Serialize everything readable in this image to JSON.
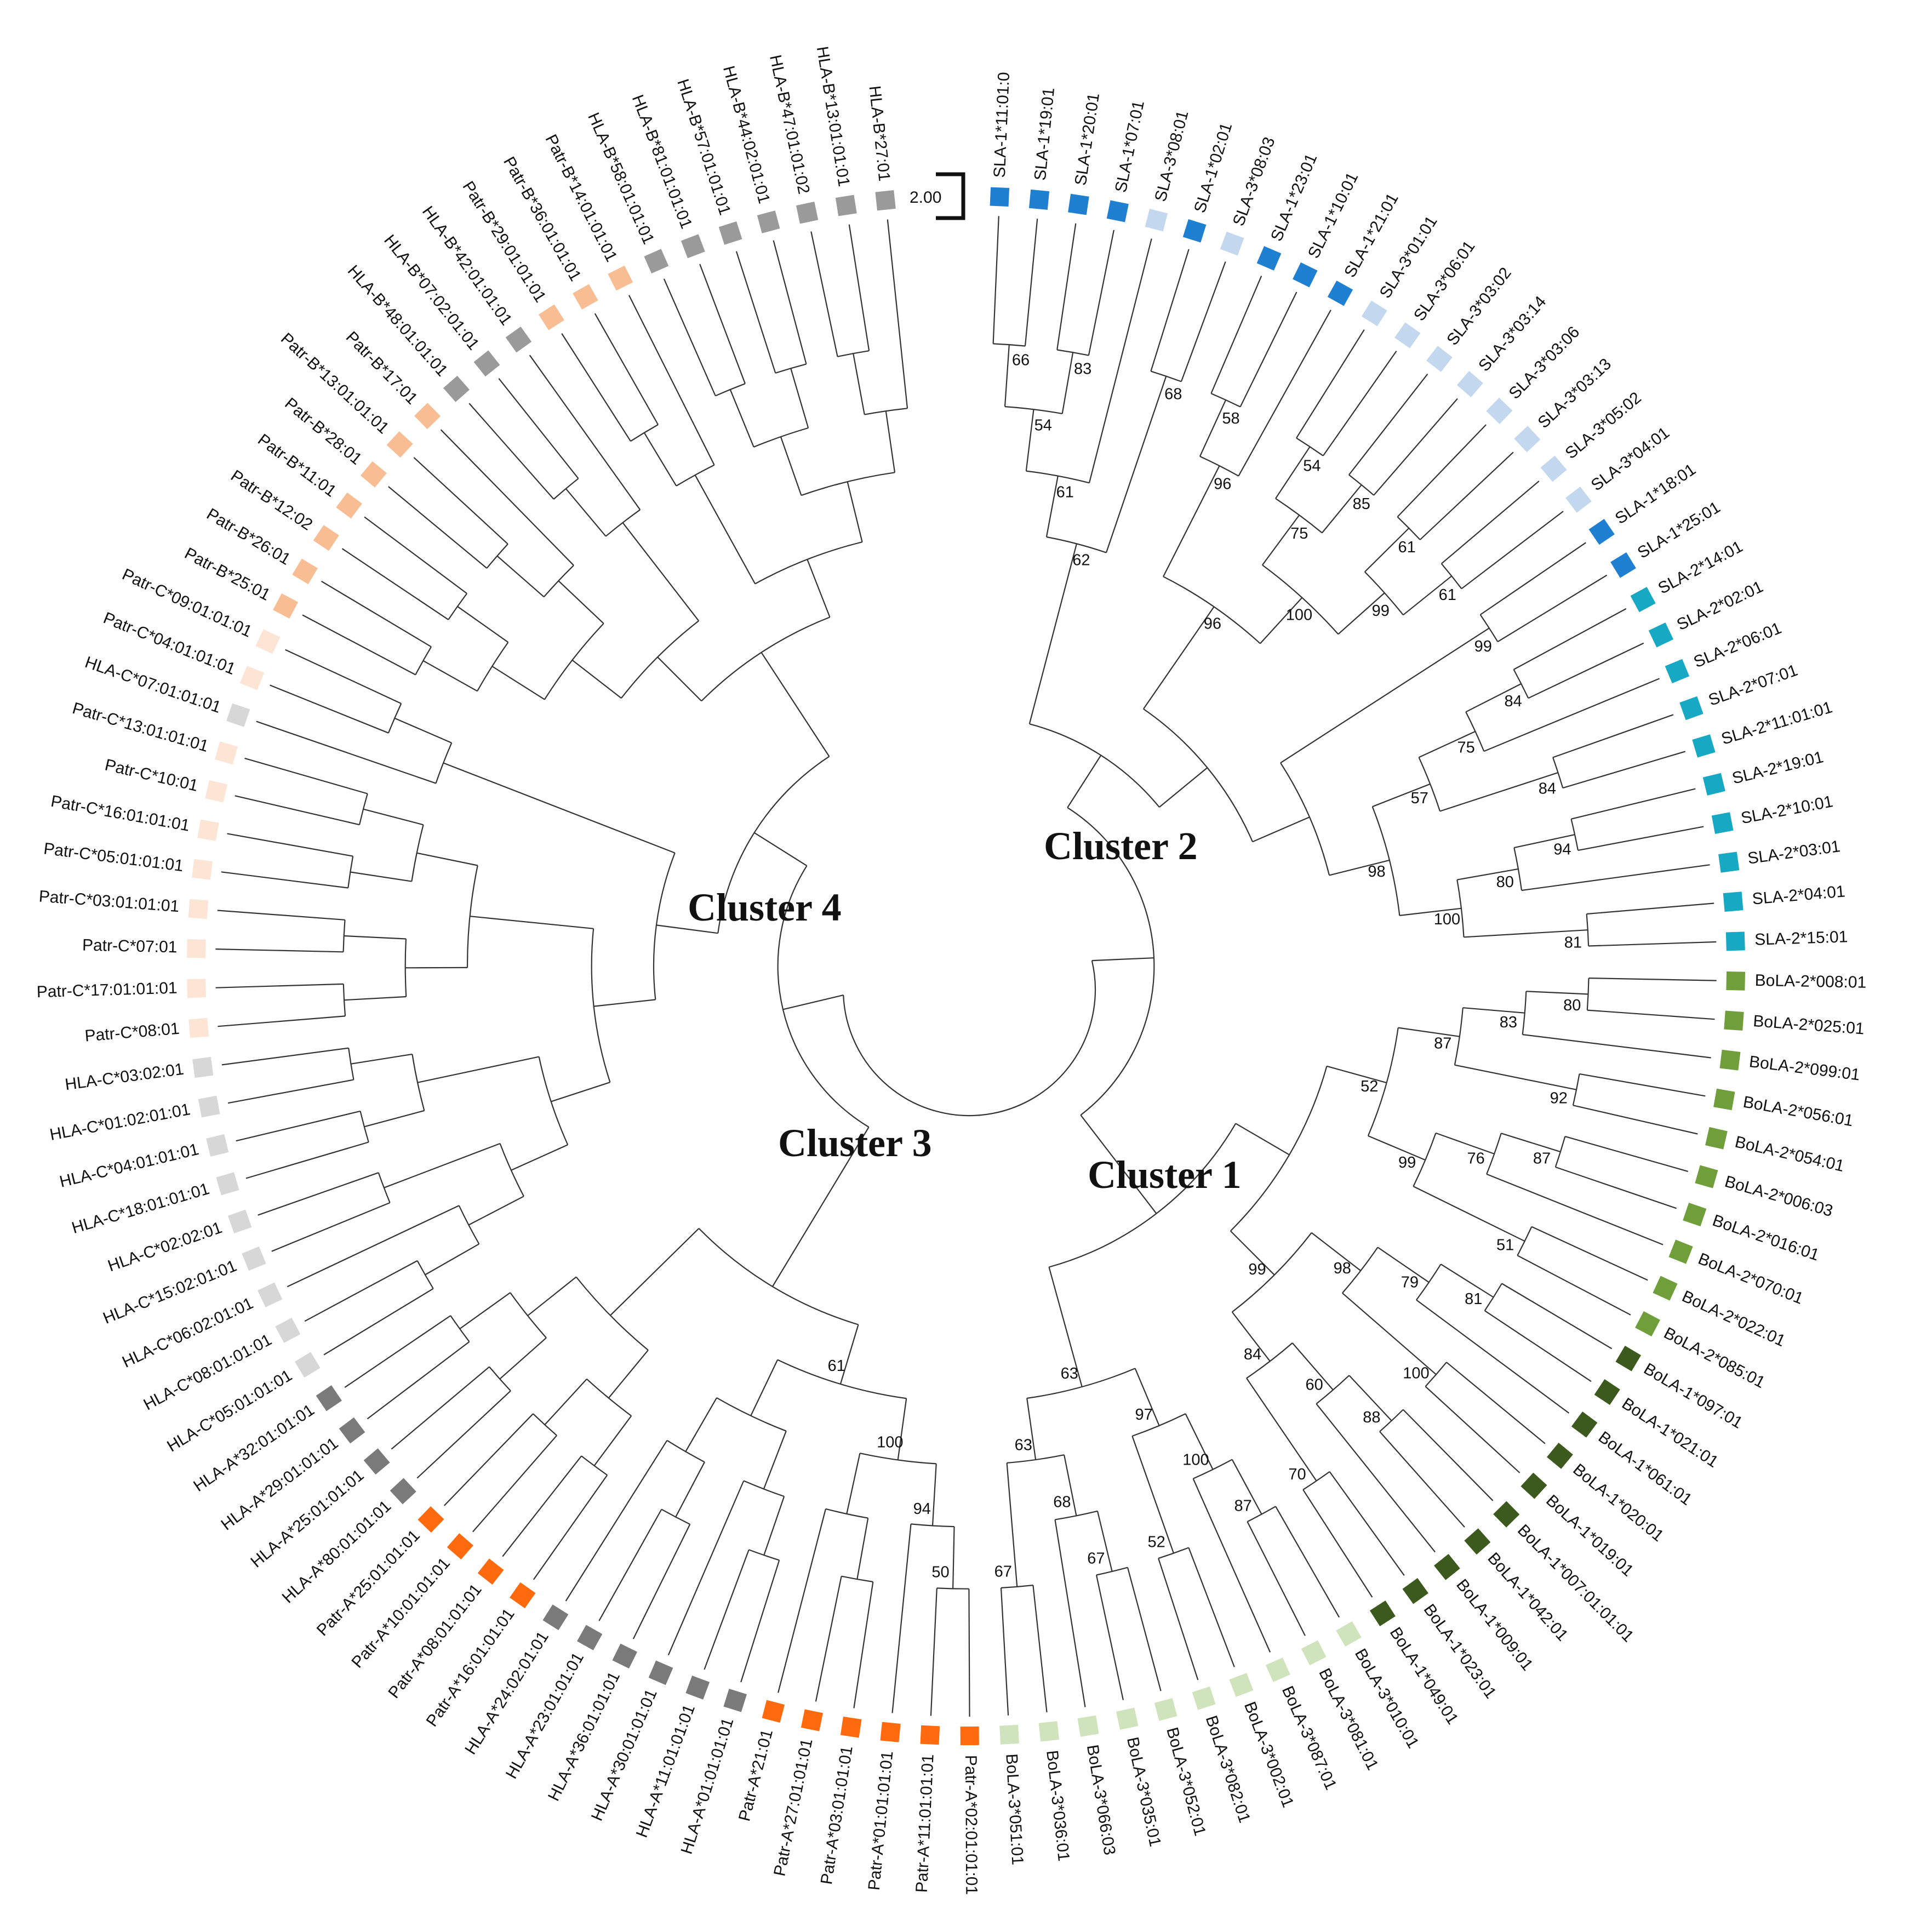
{
  "scale_bar": {
    "label": "2.00"
  },
  "clusters": [
    {
      "id": "c1",
      "label": "Cluster 1"
    },
    {
      "id": "c2",
      "label": "Cluster 2"
    },
    {
      "id": "c3",
      "label": "Cluster 3"
    },
    {
      "id": "c4",
      "label": "Cluster 4"
    }
  ],
  "colors": {
    "sla1": "#1f7fd0",
    "sla3": "#c3d8ef",
    "sla2": "#17a9c4",
    "bola2": "#6f9e3b",
    "bola1": "#3d5a1e",
    "bola3": "#cfe3bd",
    "patr_a": "#ff6a0f",
    "hla_a": "#7a7a7a",
    "hla_c": "#d7d7d7",
    "patr_c": "#fde5d6",
    "patr_b": "#f8bd92",
    "hla_b": "#9a9a9a"
  },
  "leaves": [
    {
      "label": "SLA-1*11:01:0",
      "group": "sla1"
    },
    {
      "label": "SLA-1*19:01",
      "group": "sla1"
    },
    {
      "label": "SLA-1*20:01",
      "group": "sla1"
    },
    {
      "label": "SLA-1*07:01",
      "group": "sla1"
    },
    {
      "label": "SLA-3*08:01",
      "group": "sla3"
    },
    {
      "label": "SLA-1*02:01",
      "group": "sla1"
    },
    {
      "label": "SLA-3*08:03",
      "group": "sla3"
    },
    {
      "label": "SLA-1*23:01",
      "group": "sla1"
    },
    {
      "label": "SLA-1*10:01",
      "group": "sla1"
    },
    {
      "label": "SLA-1*21:01",
      "group": "sla1"
    },
    {
      "label": "SLA-3*01:01",
      "group": "sla3"
    },
    {
      "label": "SLA-3*06:01",
      "group": "sla3"
    },
    {
      "label": "SLA-3*03:02",
      "group": "sla3"
    },
    {
      "label": "SLA-3*03:14",
      "group": "sla3"
    },
    {
      "label": "SLA-3*03:06",
      "group": "sla3"
    },
    {
      "label": "SLA-3*03:13",
      "group": "sla3"
    },
    {
      "label": "SLA-3*05:02",
      "group": "sla3"
    },
    {
      "label": "SLA-3*04:01",
      "group": "sla3"
    },
    {
      "label": "SLA-1*18:01",
      "group": "sla1"
    },
    {
      "label": "SLA-1*25:01",
      "group": "sla1"
    },
    {
      "label": "SLA-2*14:01",
      "group": "sla2"
    },
    {
      "label": "SLA-2*02:01",
      "group": "sla2"
    },
    {
      "label": "SLA-2*06:01",
      "group": "sla2"
    },
    {
      "label": "SLA-2*07:01",
      "group": "sla2"
    },
    {
      "label": "SLA-2*11:01:01",
      "group": "sla2"
    },
    {
      "label": "SLA-2*19:01",
      "group": "sla2"
    },
    {
      "label": "SLA-2*10:01",
      "group": "sla2"
    },
    {
      "label": "SLA-2*03:01",
      "group": "sla2"
    },
    {
      "label": "SLA-2*04:01",
      "group": "sla2"
    },
    {
      "label": "SLA-2*15:01",
      "group": "sla2"
    },
    {
      "label": "BoLA-2*008:01",
      "group": "bola2"
    },
    {
      "label": "BoLA-2*025:01",
      "group": "bola2"
    },
    {
      "label": "BoLA-2*099:01",
      "group": "bola2"
    },
    {
      "label": "BoLA-2*056:01",
      "group": "bola2"
    },
    {
      "label": "BoLA-2*054:01",
      "group": "bola2"
    },
    {
      "label": "BoLA-2*006:03",
      "group": "bola2"
    },
    {
      "label": "BoLA-2*016:01",
      "group": "bola2"
    },
    {
      "label": "BoLA-2*070:01",
      "group": "bola2"
    },
    {
      "label": "BoLA-2*022:01",
      "group": "bola2"
    },
    {
      "label": "BoLA-2*085:01",
      "group": "bola2"
    },
    {
      "label": "BoLA-1*097:01",
      "group": "bola1"
    },
    {
      "label": "BoLA-1*021:01",
      "group": "bola1"
    },
    {
      "label": "BoLA-1*061:01",
      "group": "bola1"
    },
    {
      "label": "BoLA-1*020:01",
      "group": "bola1"
    },
    {
      "label": "BoLA-1*019:01",
      "group": "bola1"
    },
    {
      "label": "BoLA-1*007:01:01:01",
      "group": "bola1"
    },
    {
      "label": "BoLA-1*042:01",
      "group": "bola1"
    },
    {
      "label": "BoLA-1*009:01",
      "group": "bola1"
    },
    {
      "label": "BoLA-1*023:01",
      "group": "bola1"
    },
    {
      "label": "BoLA-1*049:01",
      "group": "bola1"
    },
    {
      "label": "BoLA-3*010:01",
      "group": "bola3"
    },
    {
      "label": "BoLA-3*081:01",
      "group": "bola3"
    },
    {
      "label": "BoLA-3*087:01",
      "group": "bola3"
    },
    {
      "label": "BoLA-3*002:01",
      "group": "bola3"
    },
    {
      "label": "BoLA-3*082:01",
      "group": "bola3"
    },
    {
      "label": "BoLA-3*052:01",
      "group": "bola3"
    },
    {
      "label": "BoLA-3*035:01",
      "group": "bola3"
    },
    {
      "label": "BoLA-3*066:03",
      "group": "bola3"
    },
    {
      "label": "BoLA-3*036:01",
      "group": "bola3"
    },
    {
      "label": "BoLA-3*051:01",
      "group": "bola3"
    },
    {
      "label": "Patr-A*02:01:01:01",
      "group": "patr_a"
    },
    {
      "label": "Patr-A*11:01:01:01",
      "group": "patr_a"
    },
    {
      "label": "Patr-A*01:01:01:01",
      "group": "patr_a"
    },
    {
      "label": "Patr-A*03:01:01:01",
      "group": "patr_a"
    },
    {
      "label": "Patr-A*27:01:01:01",
      "group": "patr_a"
    },
    {
      "label": "Patr-A*21:01",
      "group": "patr_a"
    },
    {
      "label": "HLA-A*01:01:01:01",
      "group": "hla_a"
    },
    {
      "label": "HLA-A*11:01:01:01",
      "group": "hla_a"
    },
    {
      "label": "HLA-A*30:01:01:01",
      "group": "hla_a"
    },
    {
      "label": "HLA-A*36:01:01:01",
      "group": "hla_a"
    },
    {
      "label": "HLA-A*23:01:01:01",
      "group": "hla_a"
    },
    {
      "label": "HLA-A*24:02:01:01",
      "group": "hla_a"
    },
    {
      "label": "Patr-A*16:01:01:01",
      "group": "patr_a"
    },
    {
      "label": "Patr-A*08:01:01:01",
      "group": "patr_a"
    },
    {
      "label": "Patr-A*10:01:01:01",
      "group": "patr_a"
    },
    {
      "label": "Patr-A*25:01:01:01",
      "group": "patr_a"
    },
    {
      "label": "HLA-A*80:01:01:01",
      "group": "hla_a"
    },
    {
      "label": "HLA-A*25:01:01:01",
      "group": "hla_a"
    },
    {
      "label": "HLA-A*29:01:01:01",
      "group": "hla_a"
    },
    {
      "label": "HLA-A*32:01:01:01",
      "group": "hla_a"
    },
    {
      "label": "HLA-C*05:01:01:01",
      "group": "hla_c"
    },
    {
      "label": "HLA-C*08:01:01:01",
      "group": "hla_c"
    },
    {
      "label": "HLA-C*06:02:01:01",
      "group": "hla_c"
    },
    {
      "label": "HLA-C*15:02:01:01",
      "group": "hla_c"
    },
    {
      "label": "HLA-C*02:02:01",
      "group": "hla_c"
    },
    {
      "label": "HLA-C*18:01:01:01",
      "group": "hla_c"
    },
    {
      "label": "HLA-C*04:01:01:01",
      "group": "hla_c"
    },
    {
      "label": "HLA-C*01:02:01:01",
      "group": "hla_c"
    },
    {
      "label": "HLA-C*03:02:01",
      "group": "hla_c"
    },
    {
      "label": "Patr-C*08:01",
      "group": "patr_c"
    },
    {
      "label": "Patr-C*17:01:01:01",
      "group": "patr_c"
    },
    {
      "label": "Patr-C*07:01",
      "group": "patr_c"
    },
    {
      "label": "Patr-C*03:01:01:01",
      "group": "patr_c"
    },
    {
      "label": "Patr-C*05:01:01:01",
      "group": "patr_c"
    },
    {
      "label": "Patr-C*16:01:01:01",
      "group": "patr_c"
    },
    {
      "label": "Patr-C*10:01",
      "group": "patr_c"
    },
    {
      "label": "Patr-C*13:01:01:01",
      "group": "patr_c"
    },
    {
      "label": "HLA-C*07:01:01:01",
      "group": "hla_c"
    },
    {
      "label": "Patr-C*04:01:01:01",
      "group": "patr_c"
    },
    {
      "label": "Patr-C*09:01:01:01",
      "group": "patr_c"
    },
    {
      "label": "Patr-B*25:01",
      "group": "patr_b"
    },
    {
      "label": "Patr-B*26:01",
      "group": "patr_b"
    },
    {
      "label": "Patr-B*12:02",
      "group": "patr_b"
    },
    {
      "label": "Patr-B*11:01",
      "group": "patr_b"
    },
    {
      "label": "Patr-B*28:01",
      "group": "patr_b"
    },
    {
      "label": "Patr-B*13:01:01:01",
      "group": "patr_b"
    },
    {
      "label": "Patr-B*17:01",
      "group": "patr_b"
    },
    {
      "label": "HLA-B*48:01:01:01",
      "group": "hla_b"
    },
    {
      "label": "HLA-B*07:02:01:01",
      "group": "hla_b"
    },
    {
      "label": "HLA-B*42:01:01:01",
      "group": "hla_b"
    },
    {
      "label": "Patr-B*29:01:01:01",
      "group": "patr_b"
    },
    {
      "label": "Patr-B*36:01:01:01",
      "group": "patr_b"
    },
    {
      "label": "Patr-B*14:01:01:01",
      "group": "patr_b"
    },
    {
      "label": "HLA-B*58:01:01:01",
      "group": "hla_b"
    },
    {
      "label": "HLA-B*81:01:01:01",
      "group": "hla_b"
    },
    {
      "label": "HLA-B*57:01:01:01",
      "group": "hla_b"
    },
    {
      "label": "HLA-B*44:02:01:01",
      "group": "hla_b"
    },
    {
      "label": "HLA-B*47:01:01:02",
      "group": "hla_b"
    },
    {
      "label": "HLA-B*13:01:01:01",
      "group": "hla_b"
    },
    {
      "label": "HLA-B*27:01",
      "group": "hla_b"
    }
  ],
  "bootstrap": [
    "62",
    "61",
    "54",
    "66",
    "83",
    "68",
    "96",
    "96",
    "58",
    "100",
    "75",
    "54",
    "85",
    "99",
    "61",
    "61",
    "99",
    "98",
    "57",
    "75",
    "84",
    "84",
    "100",
    "80",
    "94",
    "81",
    "52",
    "87",
    "83",
    "80",
    "92",
    "99",
    "76",
    "87",
    "51",
    "99",
    "98",
    "79",
    "81",
    "100",
    "84",
    "60",
    "88",
    "70",
    "63",
    "97",
    "100",
    "87",
    "52",
    "63",
    "68",
    "67",
    "67",
    "61",
    "100",
    "94",
    "50"
  ]
}
